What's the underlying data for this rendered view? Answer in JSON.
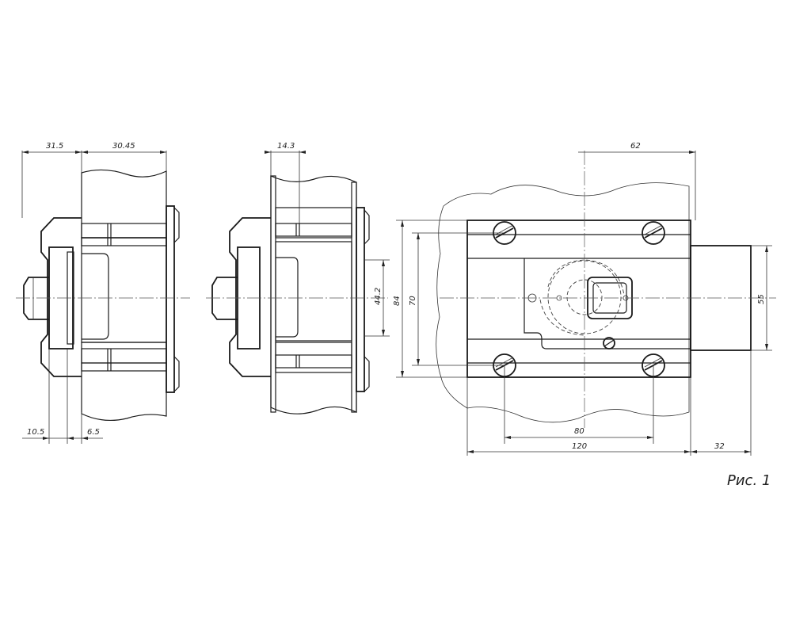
{
  "figure": {
    "caption": "Рис. 1"
  },
  "view_left": {
    "dims": {
      "top_left": "31.5",
      "top_right": "30.45",
      "bottom_left": "10.5",
      "bottom_right": "6.5"
    }
  },
  "view_middle": {
    "dims": {
      "top": "14.3",
      "right": "44.2"
    }
  },
  "view_right": {
    "dims": {
      "top": "62",
      "left_outer": "84",
      "left_inner": "70",
      "right": "55",
      "bottom_inner": "80",
      "bottom_outer": "120",
      "bottom_right": "32"
    }
  }
}
